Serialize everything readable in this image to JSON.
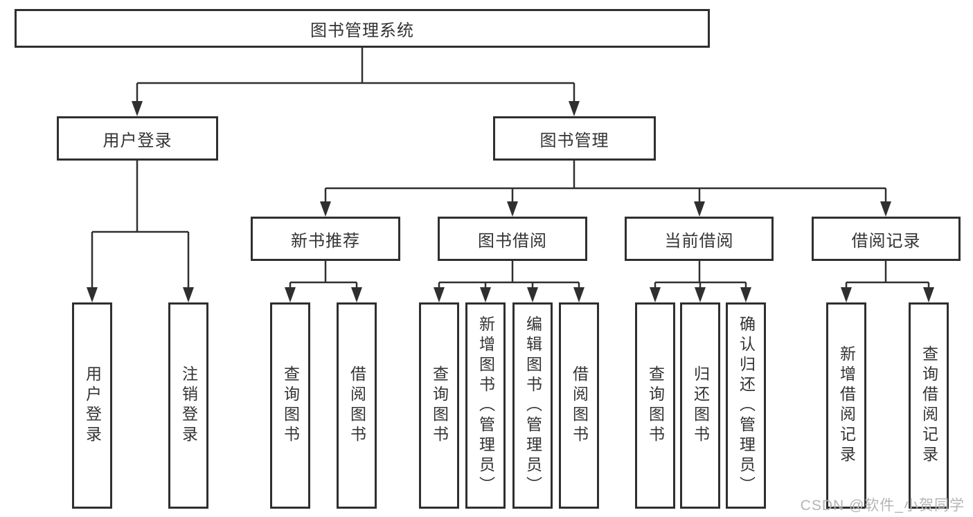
{
  "tree": {
    "label": "图书管理系统",
    "children": [
      {
        "label": "用户登录",
        "children": [
          {
            "label": "用户登录"
          },
          {
            "label": "注销登录"
          }
        ]
      },
      {
        "label": "图书管理",
        "children": [
          {
            "label": "新书推荐",
            "children": [
              {
                "label": "查询图书"
              },
              {
                "label": "借阅图书"
              }
            ]
          },
          {
            "label": "图书借阅",
            "children": [
              {
                "label": "查询图书"
              },
              {
                "label": "新增图书（管理员）"
              },
              {
                "label": "编辑图书（管理员）"
              },
              {
                "label": "借阅图书"
              }
            ]
          },
          {
            "label": "当前借阅",
            "children": [
              {
                "label": "查询图书"
              },
              {
                "label": "归还图书"
              },
              {
                "label": "确认归还（管理员）"
              }
            ]
          },
          {
            "label": "借阅记录",
            "children": [
              {
                "label": "新增借阅记录"
              },
              {
                "label": "查询借阅记录"
              }
            ]
          }
        ]
      }
    ]
  },
  "watermark": {
    "text": "CSDN @软件_小贺同学"
  },
  "colors": {
    "line": "#2f2f2f",
    "box_border": "#2f2f2f",
    "text": "#333333",
    "watermark": "#b4b4b4",
    "background": "#ffffff"
  }
}
